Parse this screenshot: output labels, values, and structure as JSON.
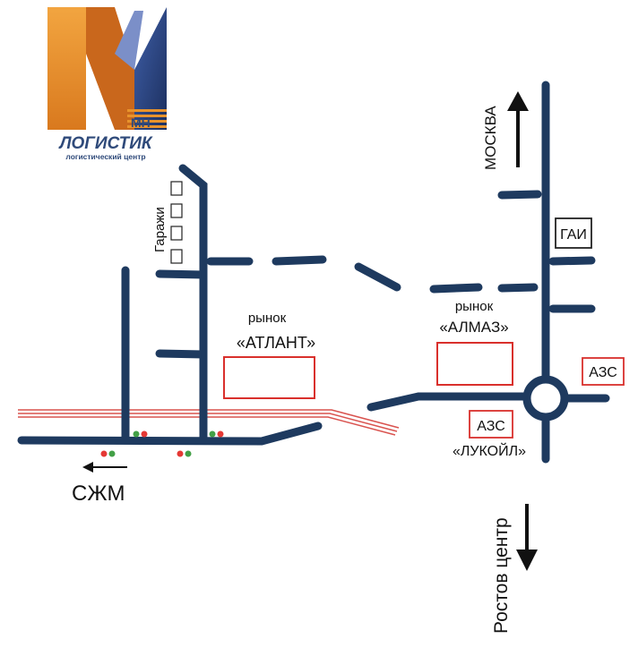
{
  "logo": {
    "name": "ЛОГИСТИК",
    "subtitle": "логистический центр",
    "mark_letters": "МН"
  },
  "labels": {
    "garages": "Гаражи",
    "market_atlant_word": "рынок",
    "market_atlant_name": "«АТЛАНТ»",
    "market_almaz_word": "рынок",
    "market_almaz_name": "«АЛМАЗ»",
    "gai": "ГАИ",
    "azs_right": "АЗС",
    "azs_lukoil": "АЗС",
    "lukoil": "«ЛУКОЙЛ»",
    "moscow": "МОСКВА",
    "szhm": "СЖМ",
    "rostov": "Ростов центр"
  },
  "colors": {
    "road": "#1e3a5f",
    "rail": "#d9534f",
    "building_outline": "#d9302c",
    "signal_red": "#e53935",
    "signal_green": "#43a047",
    "logo_orange": "#e8932c",
    "logo_blue": "#2f4a7a"
  }
}
